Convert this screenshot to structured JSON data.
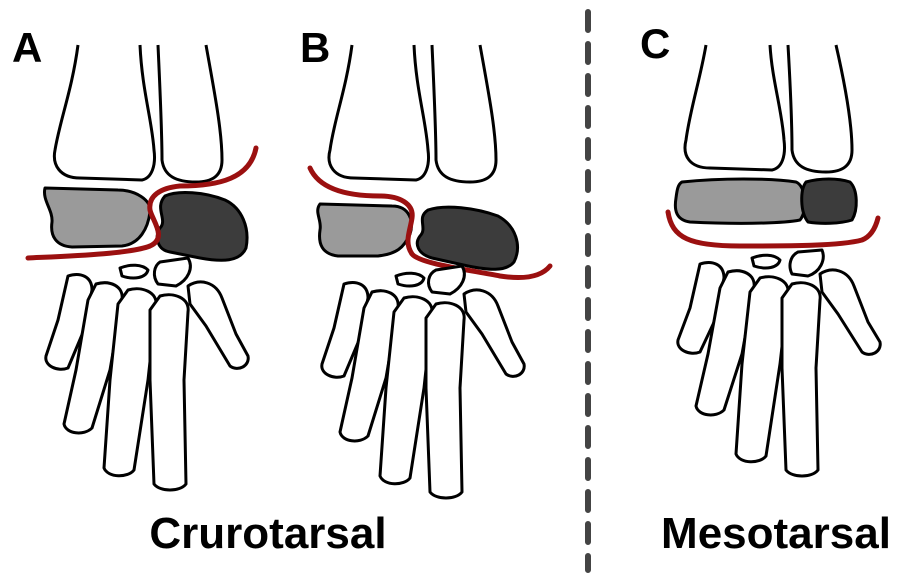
{
  "panels": [
    {
      "letter": "A"
    },
    {
      "letter": "B"
    },
    {
      "letter": "C"
    }
  ],
  "captions": {
    "left": "Crurotarsal",
    "right": "Mesotarsal"
  },
  "colors": {
    "joint_line": "#9b1010",
    "astragalus": "#9a9a9a",
    "calcaneum": "#3c3c3c",
    "divider": "#444444"
  }
}
